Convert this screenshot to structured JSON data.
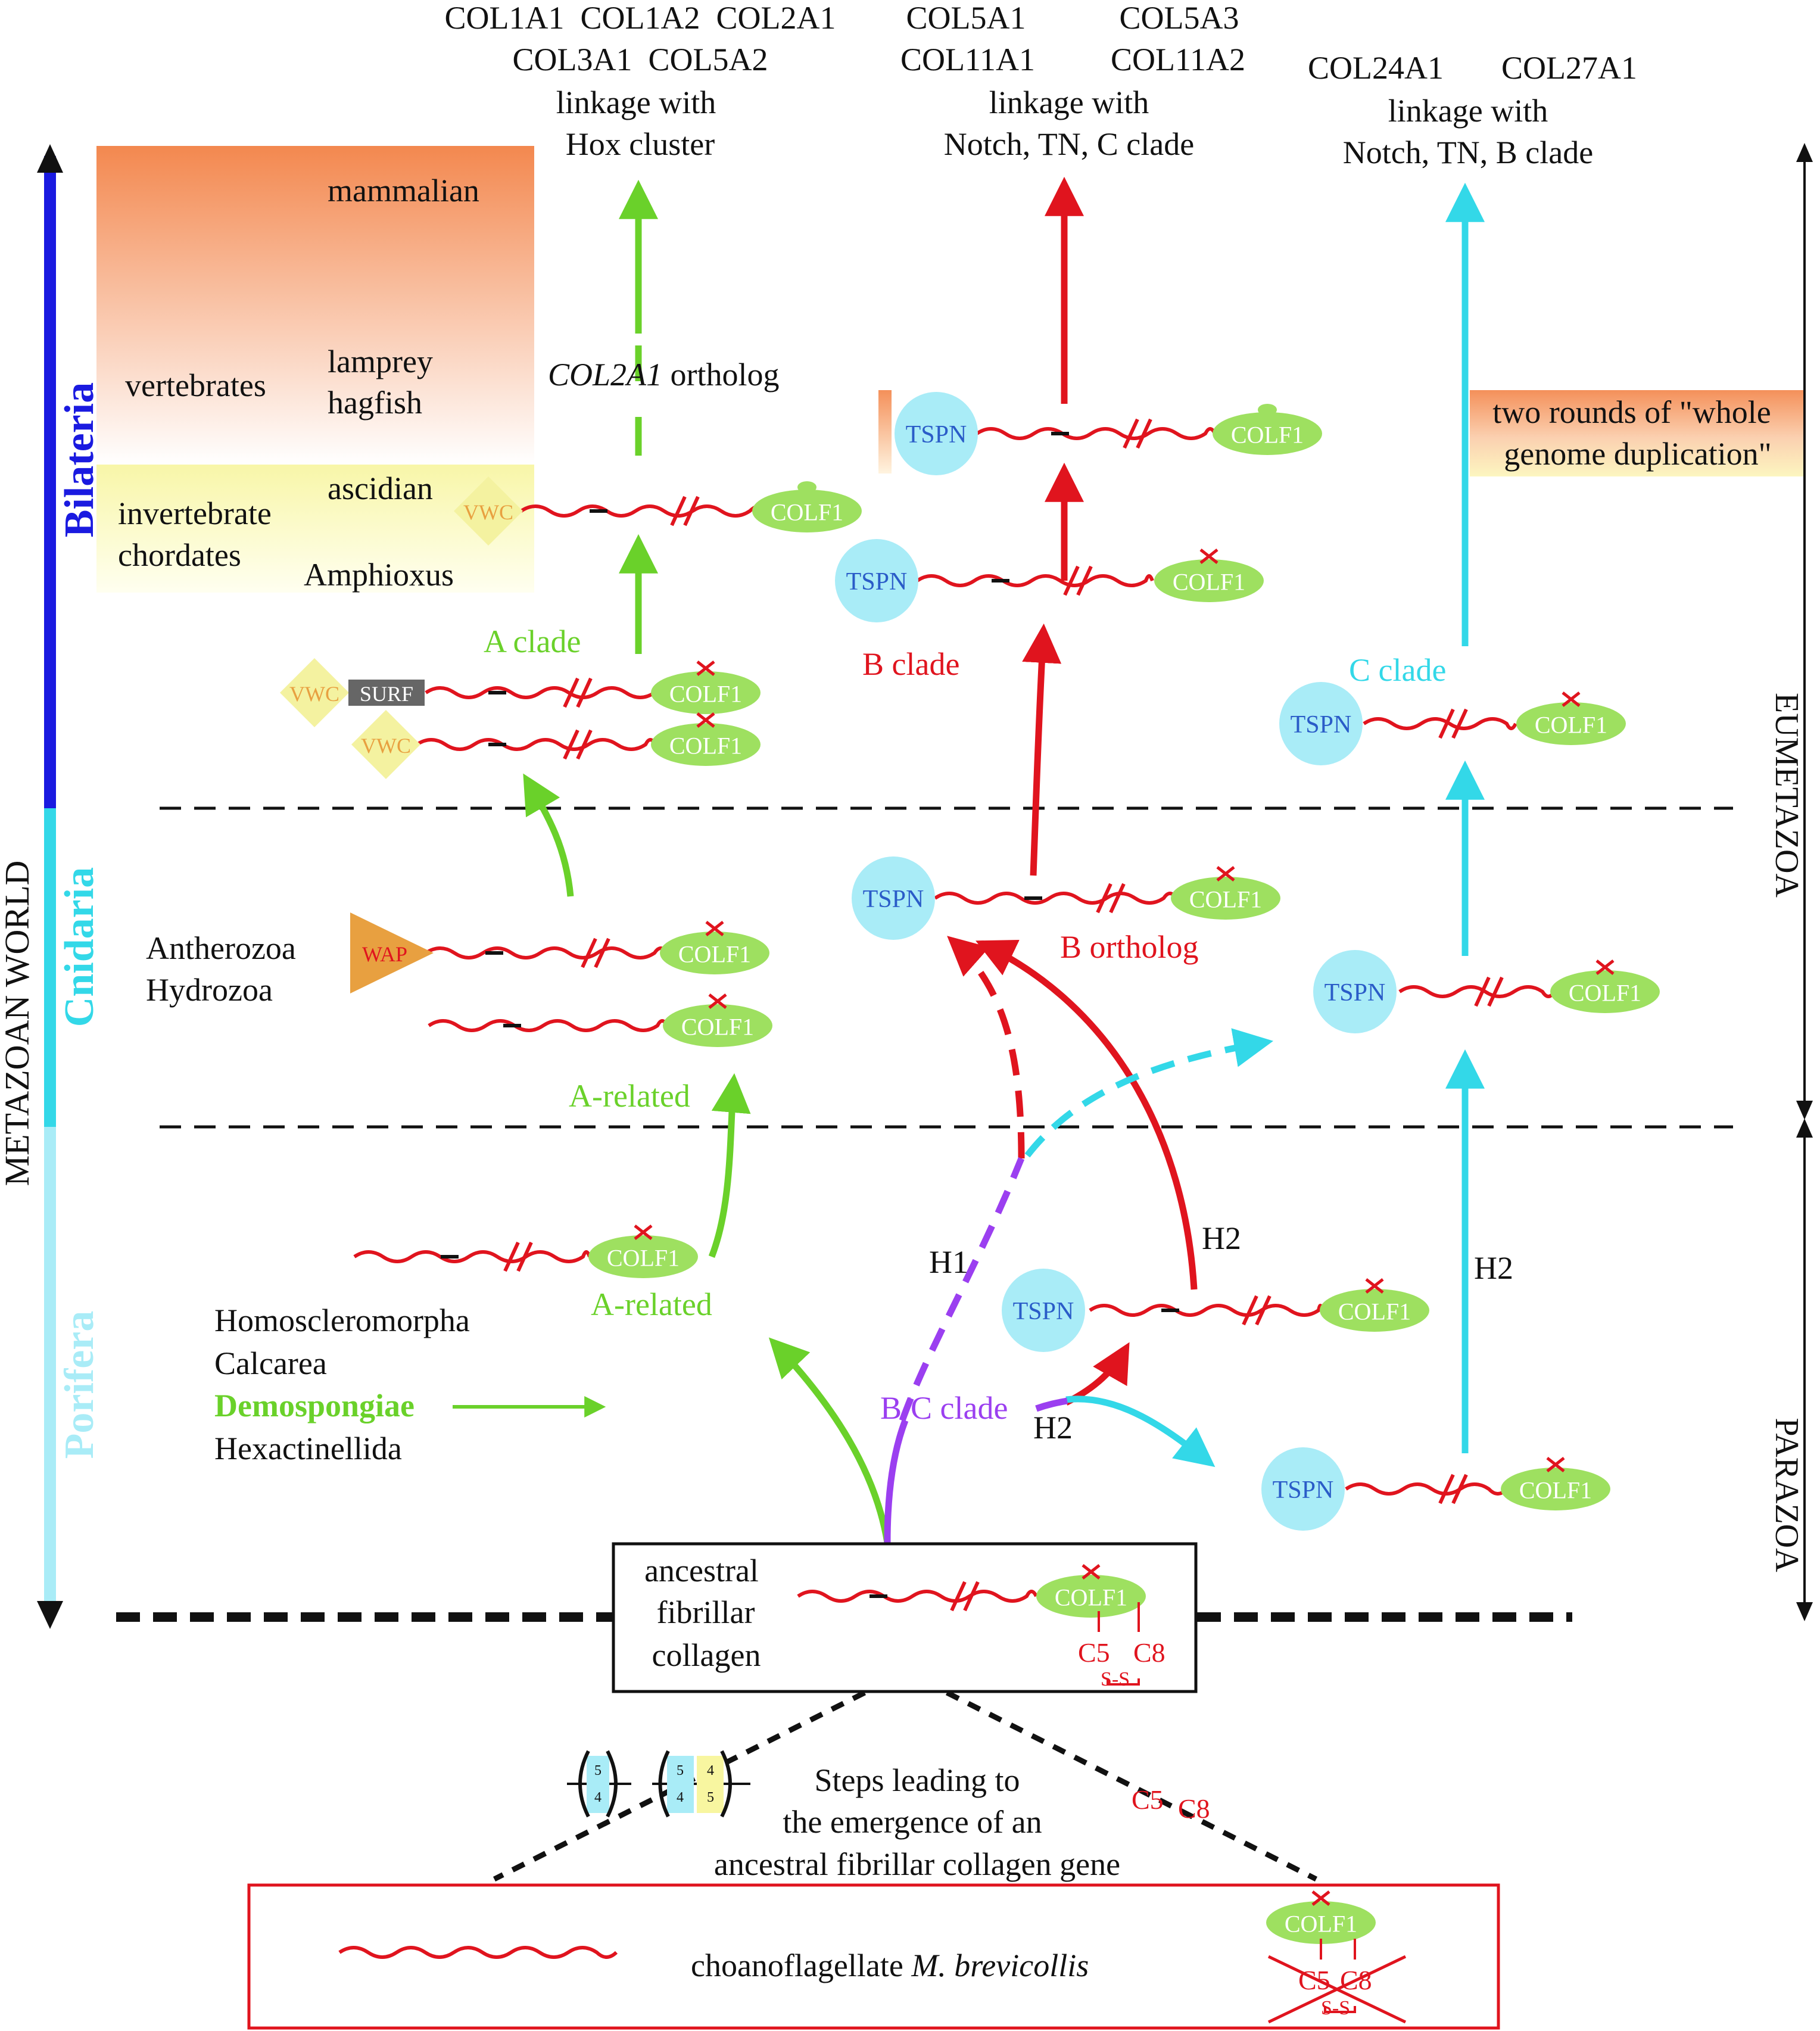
{
  "top_labels": {
    "a_genes_line1": "COL1A1  COL1A2  COL2A1",
    "a_genes_line2": "COL3A1  COL5A2",
    "a_linkage_1": "linkage with",
    "a_linkage_2": "Hox cluster",
    "b_genes_line1": "COL5A1",
    "b_genes_line1b": "COL5A3",
    "b_genes_line2": "COL11A1",
    "b_genes_line2b": "COL11A2",
    "b_linkage_1": "linkage with",
    "b_linkage_2": "Notch, TN, C clade",
    "c_genes_line1": "COL24A1",
    "c_genes_line1b": "COL27A1",
    "c_linkage_1": "linkage with",
    "c_linkage_2": "Notch, TN, B clade"
  },
  "left_axis": {
    "metazoan_world": "METAZOAN WORLD",
    "bilateria": "Bilateria",
    "cnidaria": "Cnidaria",
    "porifera": "Porifera"
  },
  "right_axis": {
    "eumetazoa": "EUMETAZOA",
    "parazoa": "PARAZOA"
  },
  "taxa": {
    "mammalian": "mammalian",
    "vertebrates": "vertebrates",
    "lamprey": "lamprey",
    "hagfish": "hagfish",
    "invertebrate": "invertebrate",
    "chordates": "chordates",
    "ascidian": "ascidian",
    "amphioxus": "Amphioxus",
    "antherozoa": "Antherozoa",
    "hydrozoa": "Hydrozoa",
    "homoscleromorpha": "Homoscleromorpha",
    "calcarea": "Calcarea",
    "demospongiae": "Demospongiae",
    "hexactinellida": "Hexactinellida"
  },
  "clade_labels": {
    "col2a1": "COL2A1",
    "ortholog": " ortholog",
    "a_clade": "A clade",
    "b_clade": "B clade",
    "c_clade": "C clade",
    "b_ortholog": "B ortholog",
    "a_related_1": "A-related",
    "a_related_2": "A-related",
    "bc_clade": "B/C clade",
    "h1": "H1",
    "h2_a": "H2",
    "h2_b": "H2",
    "h2_c": "H2",
    "wgd_1": "two rounds of \"whole",
    "wgd_2": "genome duplication\""
  },
  "domains": {
    "colf1": "COLF1",
    "tspn": "TSPN",
    "vwc": "VWC",
    "surf": "SURF",
    "wap": "WAP"
  },
  "ancestral": {
    "line1": "ancestral",
    "line2": "fibrillar",
    "line3": "collagen",
    "c5": "C5",
    "c8": "C8",
    "ss": "S-S"
  },
  "steps": {
    "line1": "Steps leading to",
    "line2": "the emergence of an",
    "line3": "ancestral fibrillar collagen gene",
    "c5": "C5",
    "c8": "C8",
    "n5a": "5",
    "n4a": "4",
    "n5b": "5",
    "n4b": "4",
    "n4c": "4",
    "n5c": "5"
  },
  "choano": {
    "prefix": "choanoflagellate ",
    "species": "M. brevicollis",
    "c5": "C5",
    "c8": "C8",
    "ss": "S-S"
  },
  "colors": {
    "red": "#e0141e",
    "green": "#6ad12a",
    "cyan": "#33d8e8",
    "purple": "#9b3ff0",
    "blue": "#1a1ae0",
    "tspn_fill": "#a9ecf7",
    "colf1_fill": "#9ee060",
    "wap_fill": "#e8a040",
    "vwc_fill": "#f4f2a0",
    "surf_fill": "#666666"
  }
}
